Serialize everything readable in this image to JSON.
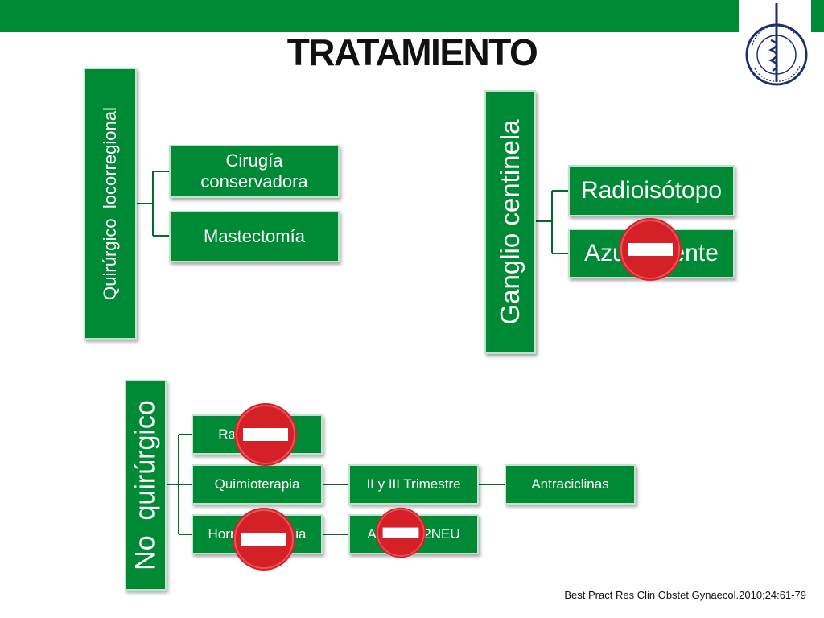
{
  "title": "TRATAMIENTO",
  "citation": "Best Pract Res Clin Obstet Gynaecol.2010;24:61-79",
  "colors": {
    "accent": "#008a36",
    "stop_sign": "#d42026"
  },
  "icons": [
    "institute-logo",
    "no-entry-icon"
  ],
  "quirurgico": {
    "label": "Quirúrgico  locorregional",
    "children": [
      "Cirugía conservadora",
      "Mastectomía"
    ]
  },
  "ganglio": {
    "label": "Ganglio centinela",
    "children": [
      "Radioisótopo",
      "Azul patente"
    ]
  },
  "no_quirurgico": {
    "label": "No  quirúrgico",
    "radioterapia": "Radioterapia",
    "quimioterapia": "Quimioterapia",
    "trimestre": "II y III Trimestre",
    "antraciclinas": "Antraciclinas",
    "hormonoterapia": "Hormonoterapia",
    "anti_her2": "Anti HER2NEU"
  }
}
